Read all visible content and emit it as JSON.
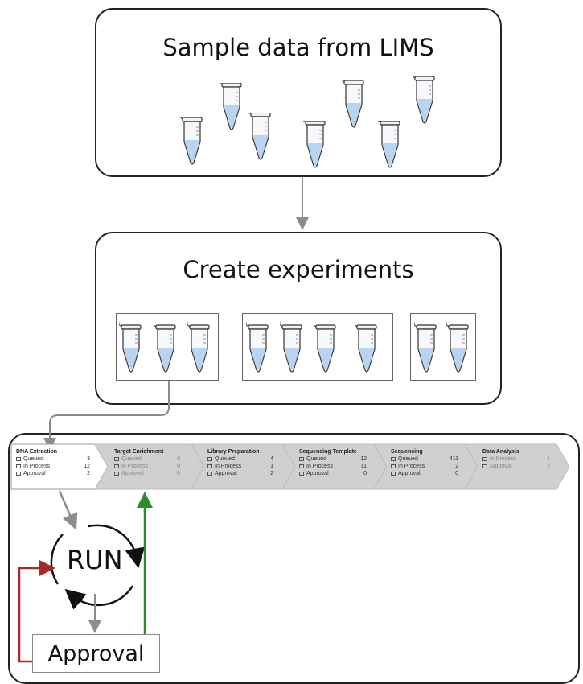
{
  "boxes": {
    "lims_title": "Sample data  from LIMS",
    "experiments_title": "Create experiments"
  },
  "workflow": {
    "stages": [
      {
        "title": "DNA Extraction",
        "rows": [
          {
            "label": "Queued",
            "count": "3"
          },
          {
            "label": "In Process",
            "count": "12"
          },
          {
            "label": "Approval",
            "count": "2"
          }
        ]
      },
      {
        "title": "Target Enrichment",
        "rows": [
          {
            "label": "Queued",
            "count": "0"
          },
          {
            "label": "In Process",
            "count": "0"
          },
          {
            "label": "Approval",
            "count": "0"
          }
        ]
      },
      {
        "title": "Library Preparation",
        "rows": [
          {
            "label": "Queued",
            "count": "4"
          },
          {
            "label": "In Process",
            "count": "1"
          },
          {
            "label": "Approval",
            "count": "2"
          }
        ]
      },
      {
        "title": "Sequencing Template",
        "rows": [
          {
            "label": "Queued",
            "count": "12"
          },
          {
            "label": "In Process",
            "count": "11"
          },
          {
            "label": "Approval",
            "count": "0"
          }
        ]
      },
      {
        "title": "Sequencing",
        "rows": [
          {
            "label": "Queued",
            "count": "411"
          },
          {
            "label": "In Process",
            "count": "2"
          },
          {
            "label": "Approval",
            "count": "0"
          }
        ]
      },
      {
        "title": "Data Analysis",
        "rows": [
          {
            "label": "In Process",
            "count": "1"
          },
          {
            "label": "Approval",
            "count": "2"
          }
        ]
      }
    ]
  },
  "cycle": {
    "run_label": "RUN",
    "approval_label": "Approval"
  },
  "colors": {
    "stroke": "#222222",
    "arrow_gray": "#8c8c8c",
    "loop_red": "#a52a2a",
    "forward_green": "#2e8b2e",
    "workflow_bar": "#d0d0d0"
  }
}
